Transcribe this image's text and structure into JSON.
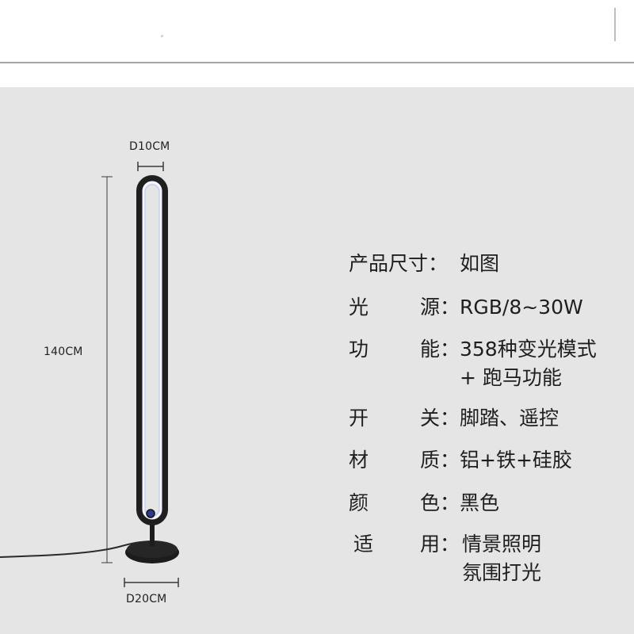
{
  "dimensions": {
    "top_width": "D10CM",
    "height": "140CM",
    "base_width": "D20CM"
  },
  "colors": {
    "page_bg": "#ffffff",
    "canvas_bg": "#e5e5e5",
    "lamp_frame": "#1f1f1f",
    "lamp_glow": "#f3f6ff",
    "dimension_line": "#3a3a3a"
  },
  "specs": [
    {
      "label_chars": [
        "产",
        "品",
        "尺",
        "寸"
      ],
      "sep": "：",
      "value": [
        "如图"
      ]
    },
    {
      "label_chars": [
        "光",
        "源"
      ],
      "sep": "：",
      "value": [
        "RGB/8~30W"
      ]
    },
    {
      "label_chars": [
        "功",
        "能"
      ],
      "sep": "：",
      "value": [
        "358种变光模式",
        "+ 跑马功能"
      ]
    },
    {
      "label_chars": [
        "开",
        "关"
      ],
      "sep": "：",
      "value": [
        "脚踏、遥控"
      ]
    },
    {
      "label_chars": [
        "材",
        "质"
      ],
      "sep": "：",
      "value": [
        "铝+铁+硅胶"
      ]
    },
    {
      "label_chars": [
        "颜",
        "色"
      ],
      "sep": "：",
      "value": [
        "黑色"
      ]
    },
    {
      "label_chars": [
        "适",
        "用"
      ],
      "sep": "：",
      "value": [
        "情景照明",
        "氛围打光"
      ]
    }
  ]
}
